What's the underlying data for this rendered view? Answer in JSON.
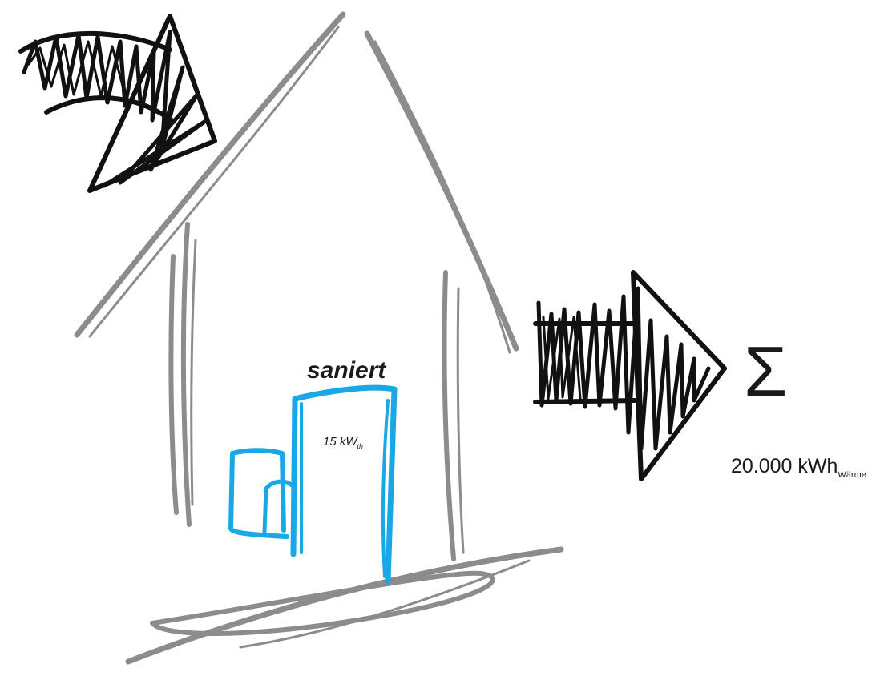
{
  "labels": {
    "status": "saniert",
    "power_value": "15 kW",
    "power_subscript": "th",
    "sum_symbol": "Σ",
    "energy_value": "20.000 kWh",
    "energy_subscript": "Wärme"
  },
  "colors": {
    "house": "#8c8c8e",
    "heater": "#1aa7e6",
    "arrows": "#111111",
    "text": "#1a1a1a"
  },
  "icons": {
    "input_arrow": "curved-hatched-arrow-icon",
    "output_arrow": "hatched-right-arrow-icon",
    "sum": "sigma-icon"
  }
}
